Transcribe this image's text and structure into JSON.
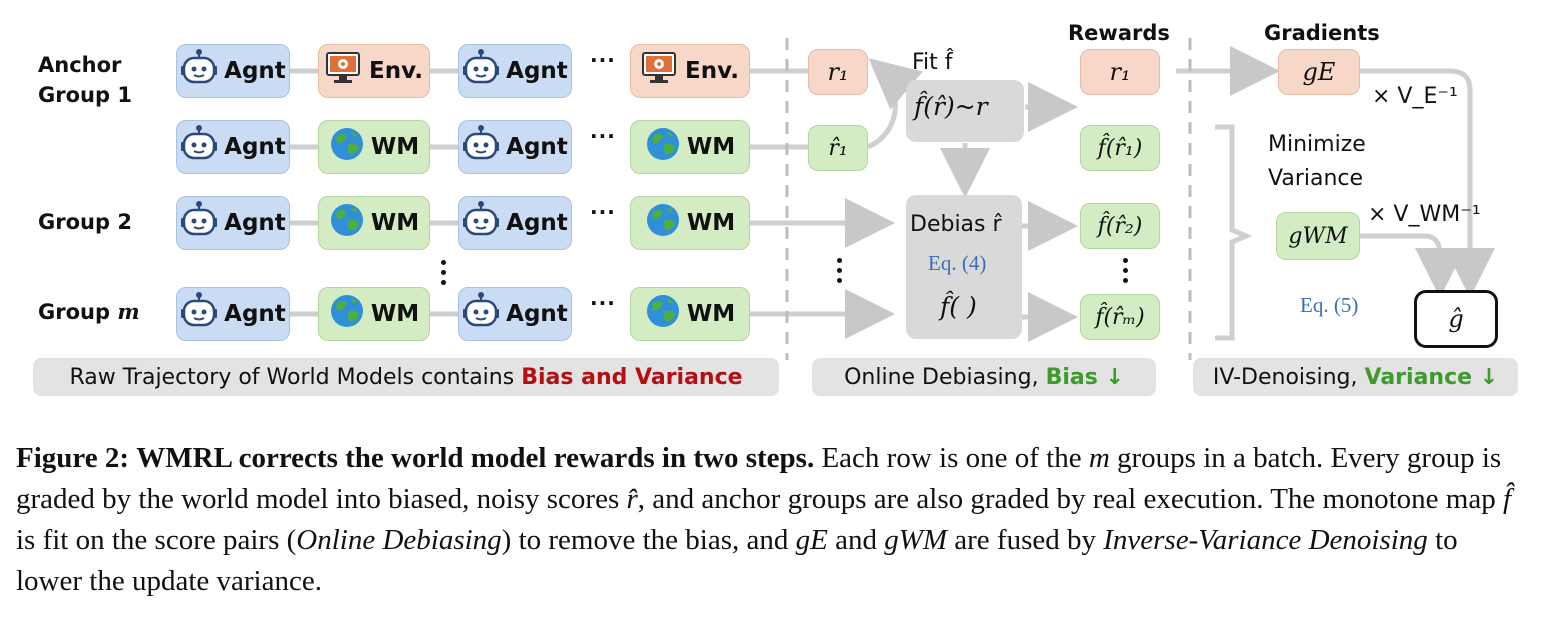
{
  "figure": {
    "row_labels": {
      "anchor": "Anchor\nGroup 1",
      "group2": "Group 2",
      "groupm_prefix": "Group ",
      "groupm_var": "m"
    },
    "agent_label": "Agnt",
    "env_label": "Env.",
    "wm_label": "WM",
    "icons": {
      "agent": "robot-icon",
      "env": "computer-gear-icon",
      "wm": "globe-icon"
    },
    "ellipsis": "···",
    "raw_rewards": {
      "r1": "r₁",
      "rhat1": "r̂₁"
    },
    "fit_label": "Fit f̂",
    "fit_box": "f̂(r̂)~r",
    "debias_label": "Debias r̂",
    "eq4": "Eq. (4)",
    "fhat_empty": "f̂( )",
    "rewards_header": "Rewards",
    "rewards": [
      "r₁",
      "f̂(r̂₁)",
      "f̂(r̂₂)",
      "f̂(r̂ₘ)"
    ],
    "gradients_header": "Gradients",
    "gE": "gE",
    "gWM": "gWM",
    "times_VE": "× V_E⁻¹",
    "times_VWM": "× V_WM⁻¹",
    "minimize": "Minimize",
    "variance": "Variance",
    "eq5": "Eq. (5)",
    "ghat": "ĝ",
    "banners": {
      "raw_prefix": "Raw Trajectory of World Models contains ",
      "raw_highlight": "Bias and Variance",
      "online_prefix": "Online Debiasing, ",
      "online_highlight": "Bias ↓",
      "iv_prefix": "IV-Denoising, ",
      "iv_highlight": "Variance ↓"
    },
    "colors": {
      "agent": "#c9dcf3",
      "env": "#f6d7c8",
      "wm": "#d3ecc4",
      "red": "#b40f14",
      "green": "#3f9a2d",
      "eq": "#3a6fb0"
    }
  },
  "caption": {
    "label": "Figure 2:",
    "title": "WMRL corrects the world model rewards in two steps.",
    "t1": " Each row is one of the ",
    "m": "m",
    "t2": " groups in a batch. Every group is graded by the world model into biased, noisy scores ",
    "rhat": "r̂",
    "t3": ", and anchor groups are also graded by real execution. The monotone map ",
    "fhat": "f̂",
    "t4": " is fit on the score pairs (",
    "od": "Online Debiasing",
    "t5": ") to remove the bias, and ",
    "gE": "gE",
    "t6": " and ",
    "gWM": "gWM",
    "t7": " are fused by ",
    "ivd": "Inverse-Variance Denoising",
    "t8": " to lower the update variance."
  }
}
